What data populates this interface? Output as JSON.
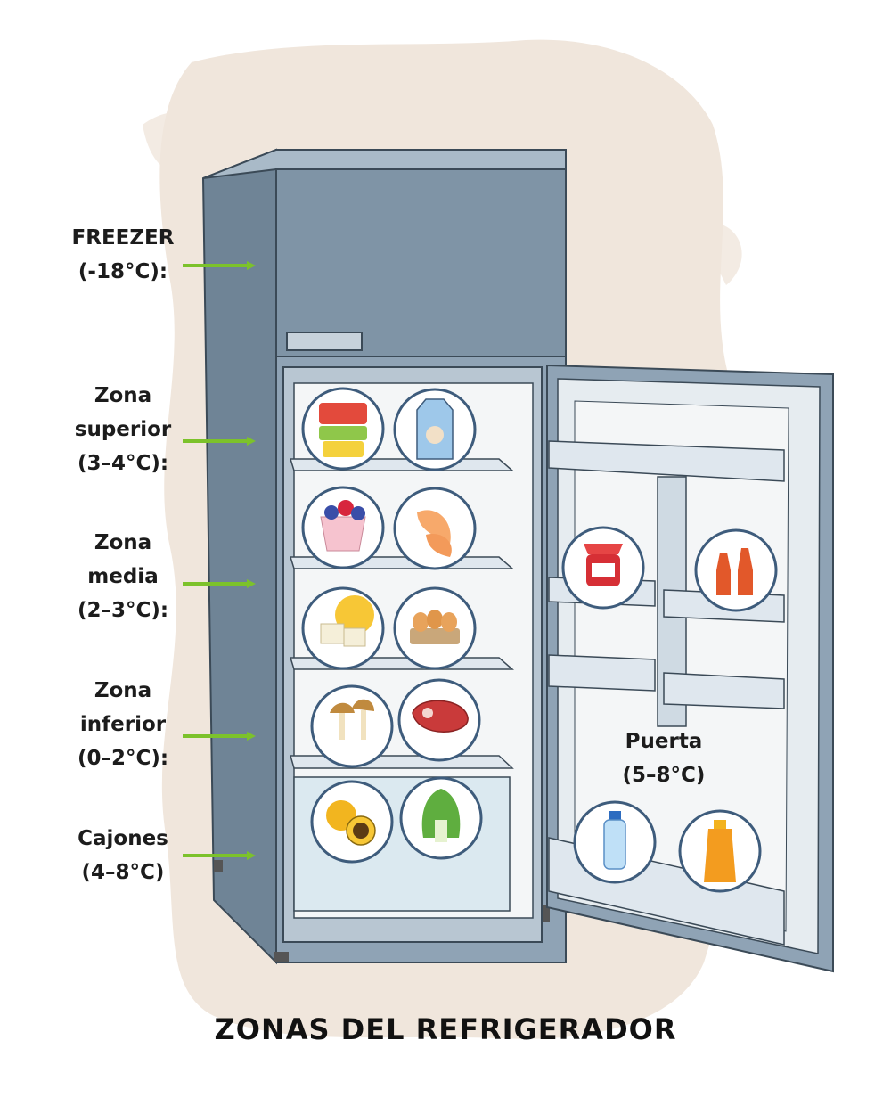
{
  "title": "ZONAS DEL REFRIGERADOR",
  "zones": [
    {
      "id": "freezer",
      "lines": [
        "FREEZER",
        "(-18°C):"
      ]
    },
    {
      "id": "superior",
      "lines": [
        "Zona",
        "superior",
        "(3–4°C):"
      ]
    },
    {
      "id": "media",
      "lines": [
        "Zona",
        "media",
        "(2–3°C):"
      ]
    },
    {
      "id": "inferior",
      "lines": [
        "Zona",
        "inferior",
        "(0–2°C):"
      ]
    },
    {
      "id": "cajones",
      "lines": [
        "Cajones",
        "(4–8°C)"
      ]
    },
    {
      "id": "puerta",
      "lines": [
        "Puerta",
        "(5–8°C)"
      ]
    }
  ],
  "food_icons": [
    {
      "zone": "superior",
      "icon": "leftover-containers-icon"
    },
    {
      "zone": "superior",
      "icon": "milk-carton-icon"
    },
    {
      "zone": "media",
      "icon": "yogurt-berries-icon"
    },
    {
      "zone": "media",
      "icon": "peach-slices-icon"
    },
    {
      "zone": "media",
      "icon": "tofu-icon"
    },
    {
      "zone": "media",
      "icon": "eggs-carton-icon"
    },
    {
      "zone": "inferior",
      "icon": "mushrooms-icon"
    },
    {
      "zone": "inferior",
      "icon": "raw-steak-icon"
    },
    {
      "zone": "cajones",
      "icon": "passion-fruit-icon"
    },
    {
      "zone": "cajones",
      "icon": "bok-choy-icon"
    },
    {
      "zone": "puerta",
      "icon": "jam-jar-icon"
    },
    {
      "zone": "puerta",
      "icon": "sauce-bottles-icon"
    },
    {
      "zone": "puerta",
      "icon": "water-bottle-icon"
    },
    {
      "zone": "puerta",
      "icon": "juice-bottle-icon"
    }
  ],
  "colors": {
    "fridge_body": "#8fa3b5",
    "fridge_dark": "#6f8496",
    "interior": "#f4f6f7",
    "arrow": "#7cc22b",
    "icon_ring": "#3e5c7c",
    "brush": "#f0e6dc"
  }
}
